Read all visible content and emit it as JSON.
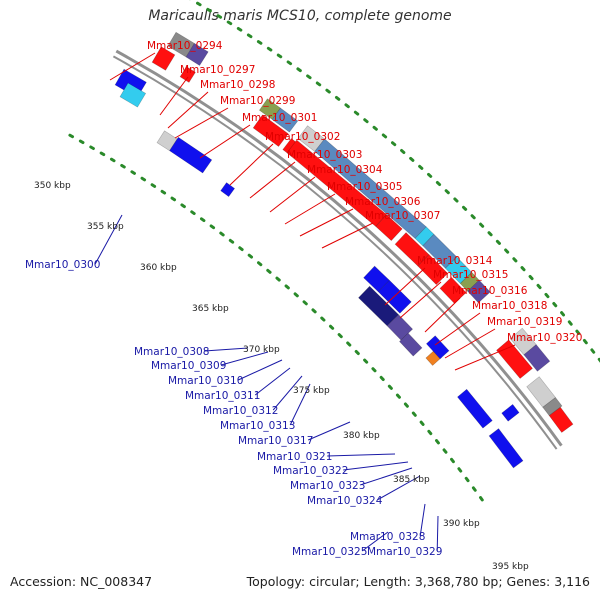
{
  "title": "Maricaulis maris MCS10, complete genome",
  "footer": {
    "accession": "Accession: NC_008347",
    "summary": "Topology: circular; Length: 3,368,780 bp; Genes: 3,116"
  },
  "colors": {
    "forward_label": "#e00000",
    "reverse_label": "#1a1aa6",
    "backbone": "#909090",
    "tick_dots": "#2a8a2a",
    "cds_red": "#ff1010",
    "cds_blue": "#1010ee",
    "cds_navy": "#1a1a7a",
    "cds_purple": "#5a4aa0",
    "cds_steel": "#5a8ac0",
    "cds_cyan": "#33ccee",
    "cds_gray": "#8a8a8a",
    "cds_lightgray": "#cfcfcf",
    "cds_olive": "#8aa050",
    "cds_orange": "#f08020",
    "cds_green": "#44cc33"
  },
  "scale_labels": [
    "350 kbp",
    "355 kbp",
    "360 kbp",
    "365 kbp",
    "370 kbp",
    "375 kbp",
    "380 kbp",
    "385 kbp",
    "390 kbp",
    "395 kbp"
  ],
  "forward_genes": [
    "Mmar10_0294",
    "Mmar10_0297",
    "Mmar10_0298",
    "Mmar10_0299",
    "Mmar10_0301",
    "Mmar10_0302",
    "Mmar10_0303",
    "Mmar10_0304",
    "Mmar10_0305",
    "Mmar10_0306",
    "Mmar10_0307",
    "Mmar10_0314",
    "Mmar10_0315",
    "Mmar10_0316",
    "Mmar10_0318",
    "Mmar10_0319",
    "Mmar10_0320"
  ],
  "reverse_genes": [
    "Mmar10_0300",
    "Mmar10_0308",
    "Mmar10_0309",
    "Mmar10_0310",
    "Mmar10_0311",
    "Mmar10_0312",
    "Mmar10_0313",
    "Mmar10_0317",
    "Mmar10_0321",
    "Mmar10_0322",
    "Mmar10_0323",
    "Mmar10_0324",
    "Mmar10_0325",
    "Mmar10_0328",
    "Mmar10_0329"
  ]
}
